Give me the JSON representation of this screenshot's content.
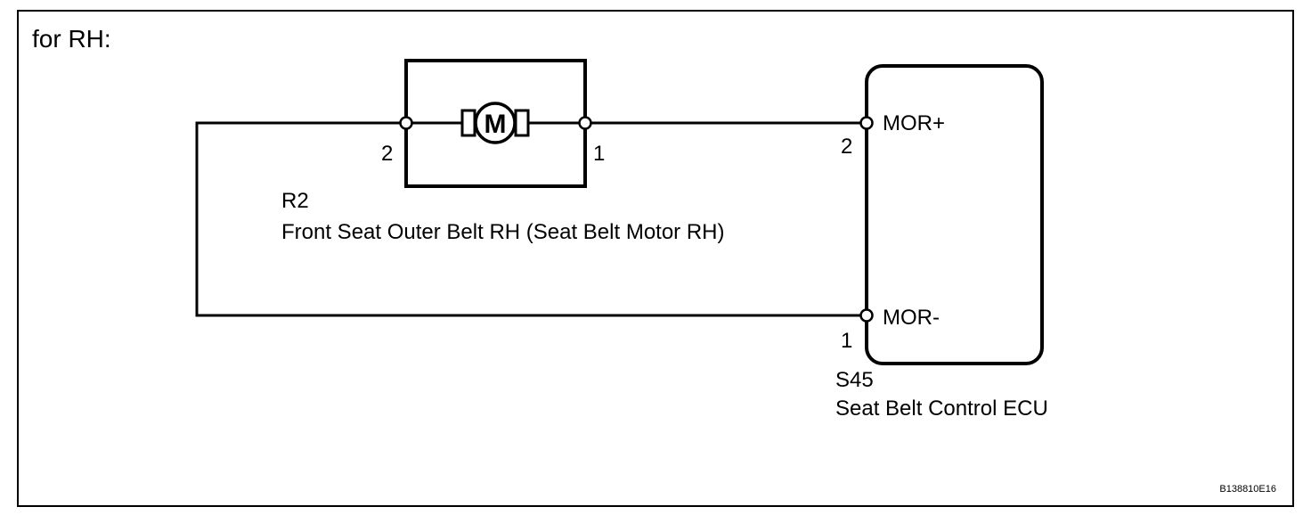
{
  "header": {
    "label": "for RH:"
  },
  "motor": {
    "symbol": "M",
    "connector_id": "R2",
    "name": "Front Seat Outer Belt RH (Seat Belt Motor RH)",
    "pin_left": "2",
    "pin_right": "1"
  },
  "ecu": {
    "connector_id": "S45",
    "name": "Seat Belt Control ECU",
    "pins": [
      {
        "number": "2",
        "label": "MOR+"
      },
      {
        "number": "1",
        "label": "MOR-"
      }
    ]
  },
  "footer": {
    "code": "B138810E16"
  }
}
